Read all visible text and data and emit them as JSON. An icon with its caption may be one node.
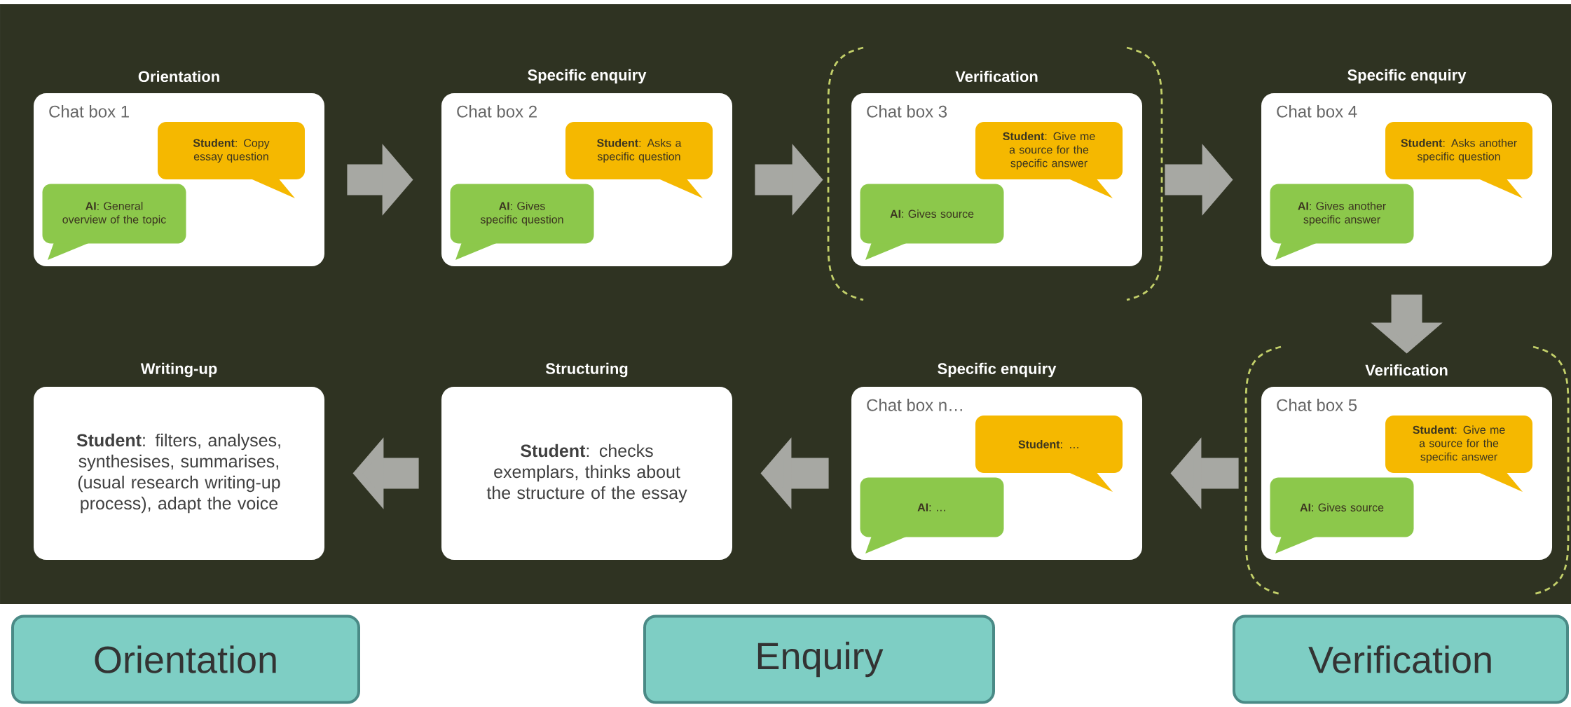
{
  "diagram": {
    "nodes": [
      {
        "text": [
          "Orientation",
          "Chat box 1"
        ]
      },
      {
        "text": [
          "**Student**: Copy essay question"
        ],
        "in": 0
      },
      {
        "text": [
          "**AI**: General overview of the topic"
        ],
        "in": 0
      },
      {
        "text": [
          "Specific enquiry",
          "Chat box 2"
        ]
      },
      {
        "text": [
          "**Student**: Asks a specific question"
        ],
        "in": 3
      },
      {
        "text": [
          "**AI**: Gives specific question"
        ],
        "in": 3
      },
      {
        "text": [
          "Verification",
          "Chat box 3"
        ]
      },
      {
        "text": [
          "**Student**: Give me a source for the specific answer"
        ],
        "in": 6
      },
      {
        "text": [
          "**AI**: Gives source"
        ],
        "in": 6
      },
      {
        "text": [
          "Specific enquiry",
          "Chat box 4"
        ]
      },
      {
        "text": [
          "**Student**: Asks another specific question"
        ],
        "in": 9
      },
      {
        "text": [
          "**AI**: Gives another specific answer"
        ],
        "in": 9
      },
      {
        "text": [
          "Writing-up",
          "**Student**: filters, analyses, synthesises, summarises, (usual research writing-up process), adapt the voice"
        ]
      },
      {
        "text": [
          "Structuring",
          "**Student**: checks exemplars, thinks about the structure of the essay"
        ]
      },
      {
        "text": [
          "Specific enquiry",
          "Chat box n…"
        ]
      },
      {
        "text": [
          "**Student**: …"
        ],
        "in": 14
      },
      {
        "text": [
          "**AI**: …"
        ],
        "in": 14
      },
      {
        "text": [
          "Verification",
          "Chat box 5"
        ]
      },
      {
        "text": [
          "**Student**: Give me a source for the specific answer"
        ],
        "in": 17
      },
      {
        "text": [
          "**AI**: Gives source"
        ],
        "in": 17
      },
      {
        "text": [
          "Orientation"
        ]
      },
      {
        "text": [
          "Enquiry"
        ]
      },
      {
        "text": [
          "Verification"
        ]
      }
    ],
    "edges": [
      {
        "from": 0,
        "to": 3,
        "arrow": "to"
      },
      {
        "from": 3,
        "to": 6,
        "arrow": "to"
      },
      {
        "from": 6,
        "to": 9,
        "arrow": "to"
      },
      {
        "from": 9,
        "to": 17,
        "arrow": "to"
      },
      {
        "from": 17,
        "to": 14,
        "arrow": "to"
      },
      {
        "from": 14,
        "to": 13,
        "arrow": "to"
      },
      {
        "from": 13,
        "to": 12,
        "arrow": "to"
      }
    ]
  }
}
